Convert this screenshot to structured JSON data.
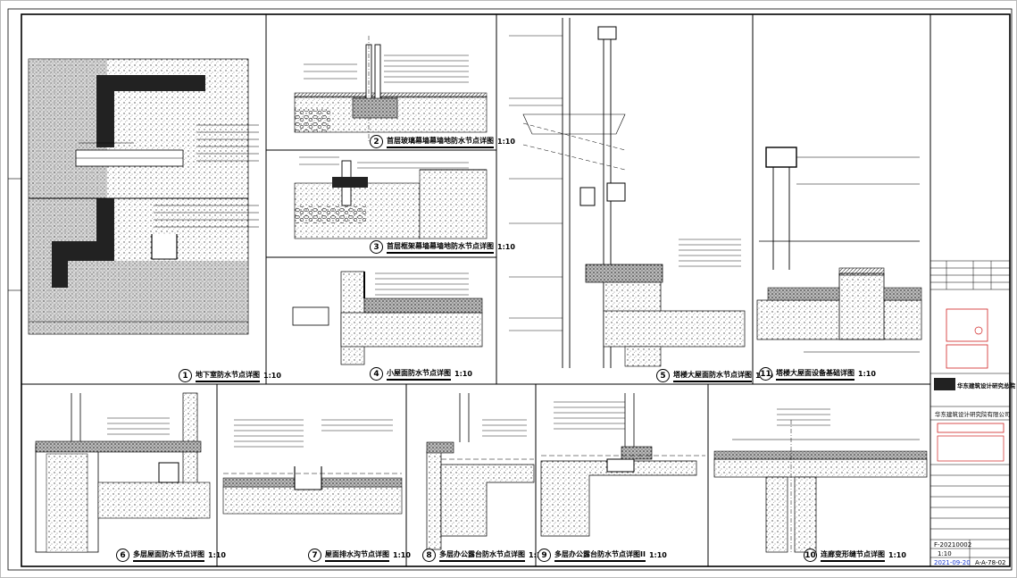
{
  "details": [
    {
      "num": "1",
      "title": "地下室防水节点详图",
      "scale": "1:10"
    },
    {
      "num": "2",
      "title": "首层玻璃幕墙幕墙地防水节点详图",
      "scale": "1:10"
    },
    {
      "num": "3",
      "title": "首层框架幕墙幕墙地防水节点详图",
      "scale": "1:10"
    },
    {
      "num": "4",
      "title": "小屋面防水节点详图",
      "scale": "1:10"
    },
    {
      "num": "5",
      "title": "塔楼大屋面防水节点详图",
      "scale": "1:10"
    },
    {
      "num": "6",
      "title": "多层屋面防水节点详图",
      "scale": "1:10"
    },
    {
      "num": "7",
      "title": "屋面排水沟节点详图",
      "scale": "1:10"
    },
    {
      "num": "8",
      "title": "多层办公露台防水节点详图",
      "scale": "1:10"
    },
    {
      "num": "9",
      "title": "多层办公露台防水节点详图II",
      "scale": "1:10"
    },
    {
      "num": "10",
      "title": "连廊变形缝节点详图",
      "scale": "1:10"
    },
    {
      "num": "11",
      "title": "塔楼大屋面设备基础详图",
      "scale": "1:10"
    }
  ],
  "title_block": {
    "institute": "华东建筑设计研究总院",
    "company": "华东建筑设计研究院有限公司",
    "drawing_no": "F-20210002",
    "scale": "1:10",
    "date": "2021-09-20",
    "sheet": "A-A-78-02"
  },
  "colors": {
    "line": "#000000",
    "stamp": "#d02020",
    "hatch": "#555555"
  }
}
